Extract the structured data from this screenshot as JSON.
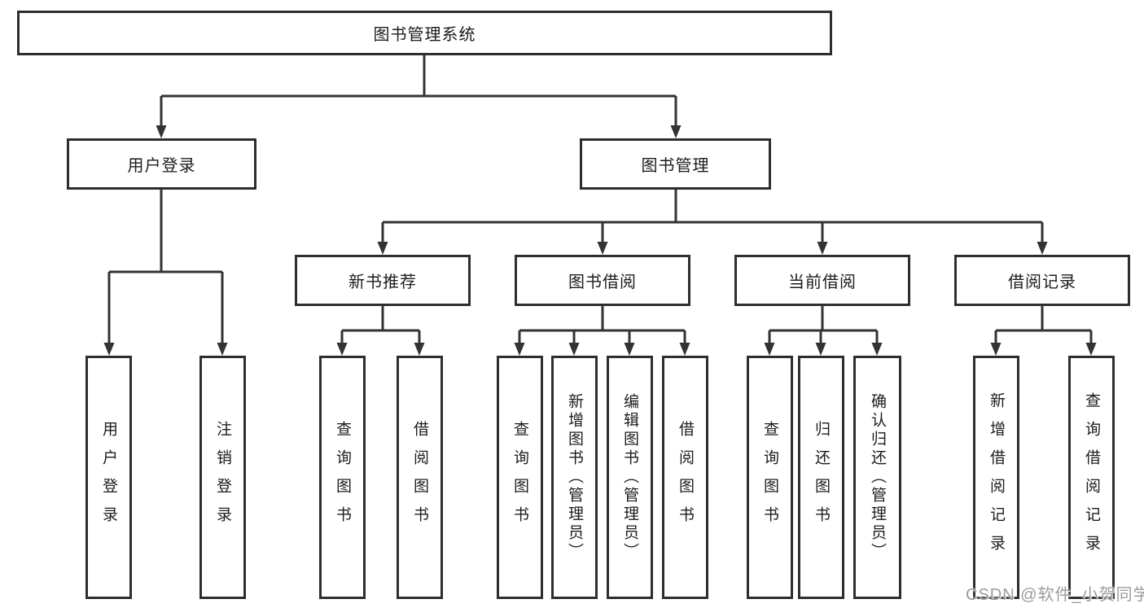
{
  "page": {
    "background": "#ffffff"
  },
  "colors": {
    "line": "#333333",
    "box_border": "#2e2e2e",
    "text": "#1c1c1c",
    "watermark": "#9b9b9b"
  },
  "diagram": {
    "root": {
      "label": "图书管理系统"
    },
    "level1": [
      {
        "label": "用户登录"
      },
      {
        "label": "图书管理"
      }
    ],
    "level2": [
      {
        "label": "新书推荐"
      },
      {
        "label": "图书借阅"
      },
      {
        "label": "当前借阅"
      },
      {
        "label": "借阅记录"
      }
    ],
    "leaves": [
      {
        "label": "用户登录"
      },
      {
        "label": "注销登录"
      },
      {
        "label": "查询图书"
      },
      {
        "label": "借阅图书"
      },
      {
        "label": "查询图书"
      },
      {
        "label": "新增图书（管理员）"
      },
      {
        "label": "编辑图书（管理员）"
      },
      {
        "label": "借阅图书"
      },
      {
        "label": "查询图书"
      },
      {
        "label": "归还图书"
      },
      {
        "label": "确认归还（管理员）"
      },
      {
        "label": "新增借阅记录"
      },
      {
        "label": "查询借阅记录"
      }
    ]
  },
  "watermark": {
    "text": "CSDN @软件_小贺同学"
  }
}
